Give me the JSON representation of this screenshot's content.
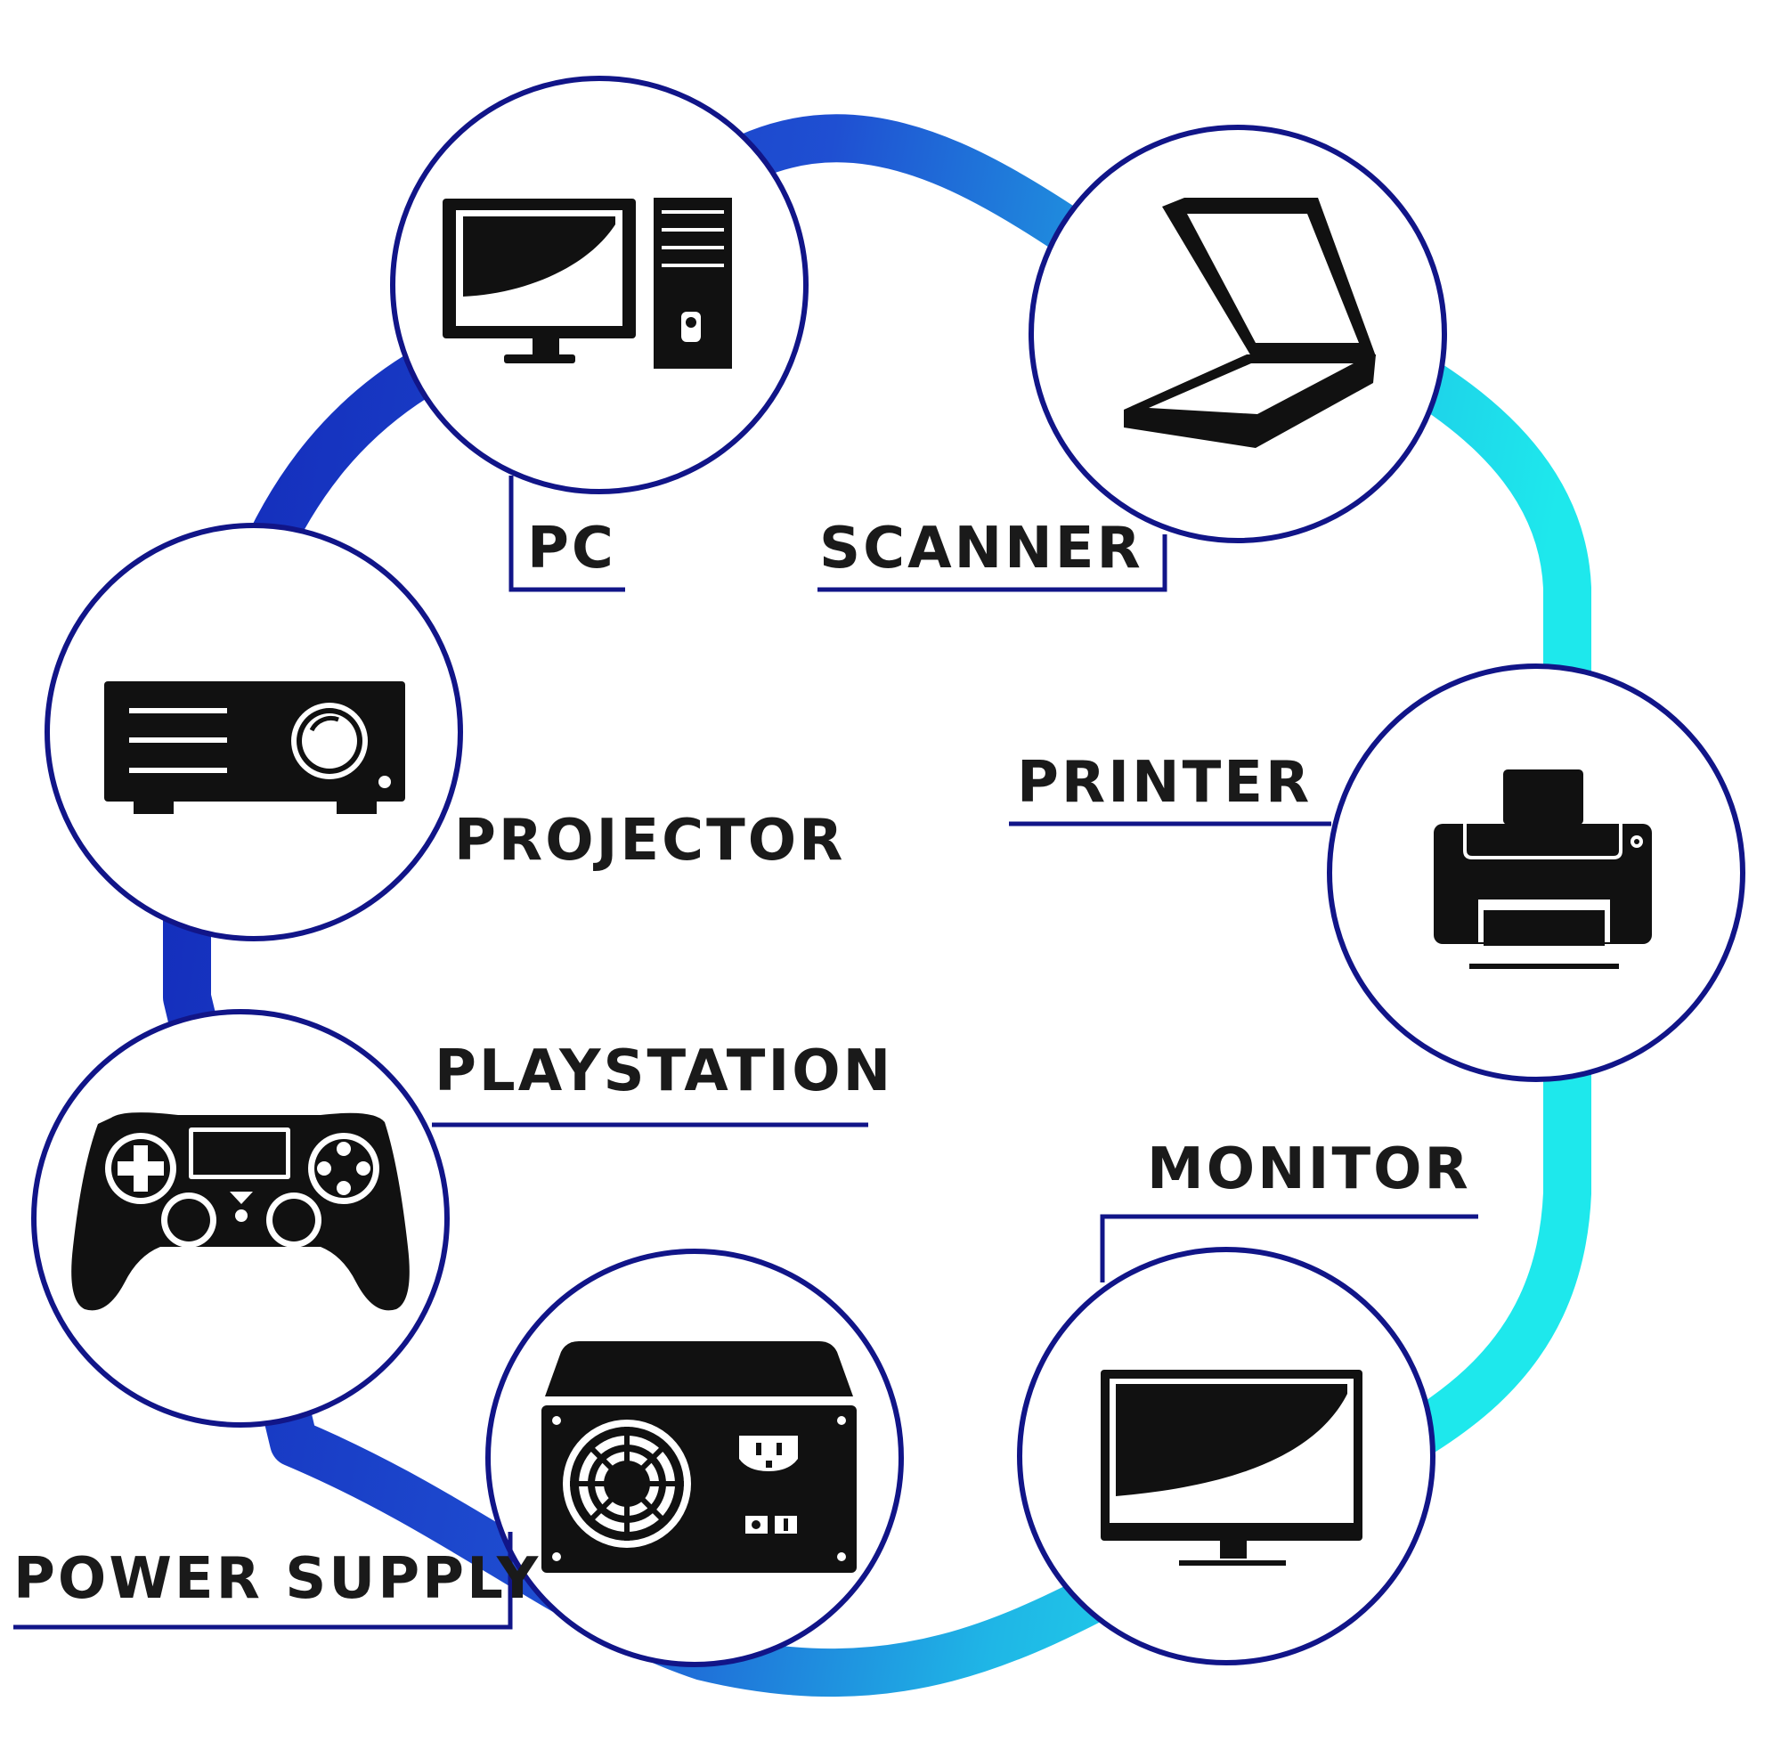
{
  "title": "",
  "colors": {
    "ring_dark": "#1228b8",
    "ring_mid": "#2a6fe0",
    "ring_light": "#1ee8ec",
    "circle_stroke": "#111588",
    "leader": "#111588",
    "icon": "#111111"
  },
  "nodes": [
    {
      "id": "pc",
      "label": "PC",
      "icon": "desktop-computer-icon"
    },
    {
      "id": "scanner",
      "label": "SCANNER",
      "icon": "flatbed-scanner-icon"
    },
    {
      "id": "printer",
      "label": "PRINTER",
      "icon": "printer-icon"
    },
    {
      "id": "monitor",
      "label": "MONITOR",
      "icon": "monitor-icon"
    },
    {
      "id": "power_supply",
      "label": "POWER SUPPLY",
      "icon": "power-supply-icon"
    },
    {
      "id": "playstation",
      "label": "PLAYSTATION",
      "icon": "gamepad-icon"
    },
    {
      "id": "projector",
      "label": "PROJECTOR",
      "icon": "projector-icon"
    }
  ]
}
